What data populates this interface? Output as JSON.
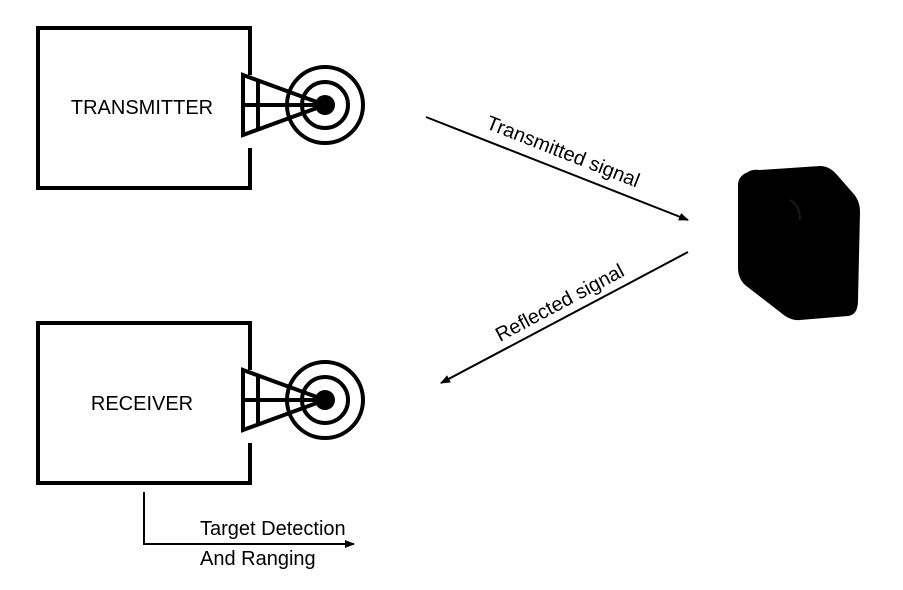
{
  "colors": {
    "stroke": "#000000",
    "background": "#ffffff",
    "target_fill": "#000000"
  },
  "transmitter": {
    "label": "TRANSMITTER",
    "icon": "antenna-icon"
  },
  "receiver": {
    "label": "RECEIVER",
    "icon": "antenna-icon"
  },
  "signals": {
    "transmitted": "Transmitted signal",
    "reflected": "Reflected signal"
  },
  "target": {
    "icon": "target-object-icon"
  },
  "output": {
    "line1": "Target Detection",
    "line2": "And Ranging"
  }
}
